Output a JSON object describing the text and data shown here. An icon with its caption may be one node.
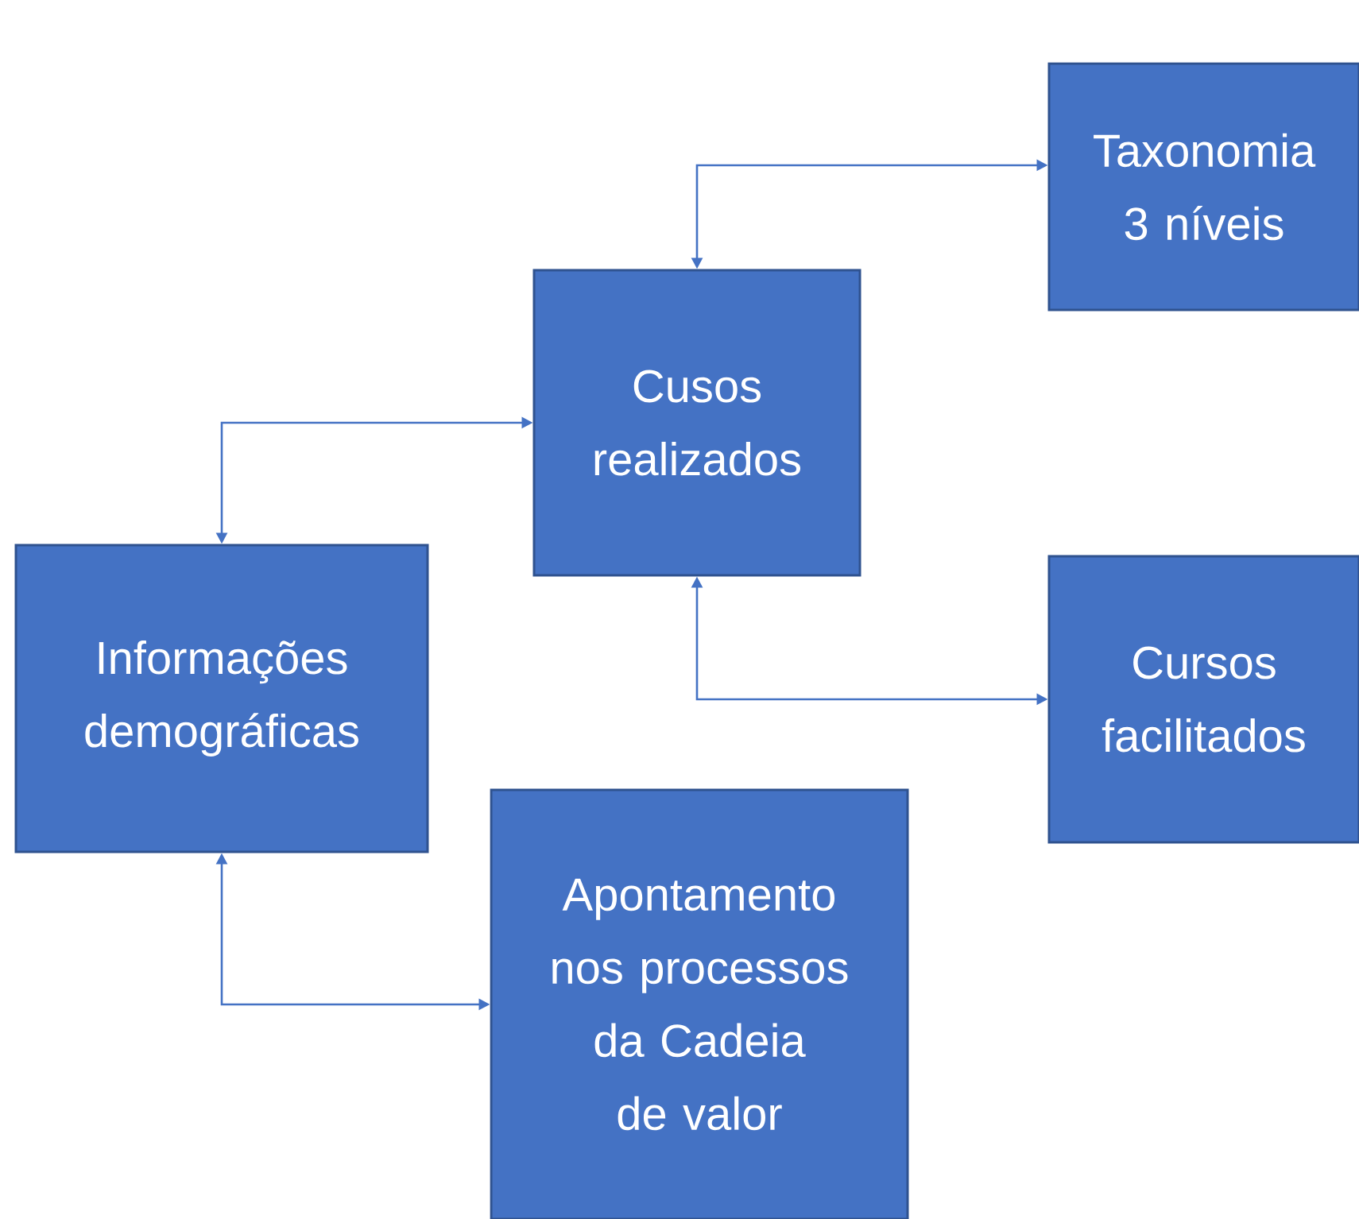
{
  "diagram": {
    "nodes": [
      {
        "text": [
          "Taxonomia 3 níveis"
        ]
      },
      {
        "text": [
          "Cusos realizados"
        ]
      },
      {
        "text": [
          "Informações demográficas"
        ]
      },
      {
        "text": [
          "Cursos facilitados"
        ]
      },
      {
        "text": [
          "Apontamento nos processos da Cadeia de valor"
        ]
      }
    ],
    "edges": [
      {
        "from": 1,
        "to": 0,
        "arrow": "both"
      },
      {
        "from": 2,
        "to": 1,
        "arrow": "both"
      },
      {
        "from": 1,
        "to": 3,
        "arrow": "both"
      },
      {
        "from": 2,
        "to": 4,
        "arrow": "both"
      }
    ]
  }
}
